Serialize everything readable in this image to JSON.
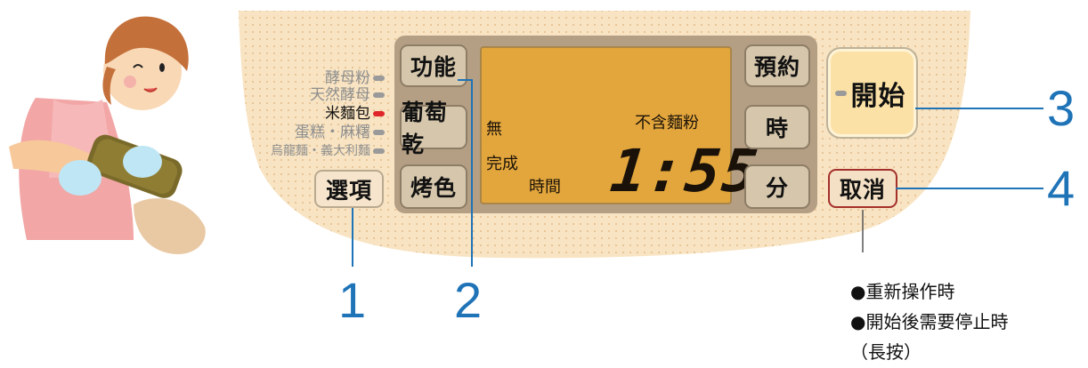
{
  "mode_list": {
    "items": [
      {
        "label": "酵母粉",
        "active": false
      },
      {
        "label": "天然酵母",
        "active": false
      },
      {
        "label": "米麵包",
        "active": true
      },
      {
        "label": "蛋糕・麻糬",
        "active": false
      },
      {
        "label": "烏龍麵・義大利麵",
        "active": false
      }
    ]
  },
  "buttons": {
    "select": "選項",
    "function": "功能",
    "raisin": "葡萄乾",
    "crust": "烤色",
    "timer": "預約",
    "hour": "時",
    "minute": "分",
    "start": "開始",
    "cancel": "取消"
  },
  "lcd": {
    "none": "無",
    "no_flour": "不含麵粉",
    "complete": "完成",
    "time_label": "時間",
    "time_value": "1:55"
  },
  "callouts": [
    "1",
    "2",
    "3",
    "4"
  ],
  "notes": {
    "line1": "●重新操作時",
    "line2": "●開始後需要停止時",
    "line3": "（長按）"
  },
  "colors": {
    "panel_bg": "#f7e1bd",
    "lcd_bg": "#e3a63c",
    "callout_blue": "#1f73b7",
    "active_indicator": "#e0262a"
  }
}
